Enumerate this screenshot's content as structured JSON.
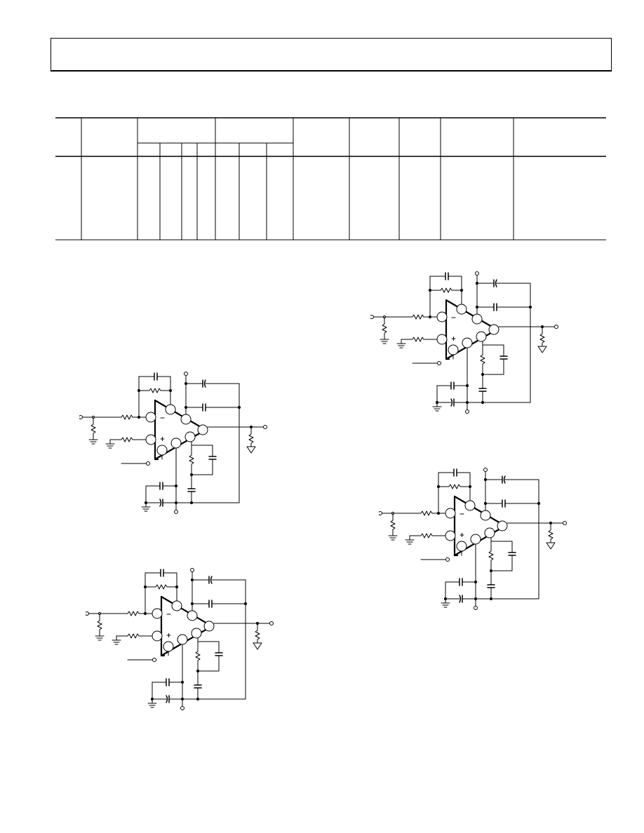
{
  "header": {
    "title": ""
  },
  "table": {
    "columns": [],
    "rows": []
  },
  "figures": [
    {
      "id": "fig-a",
      "label": ""
    },
    {
      "id": "fig-b",
      "label": ""
    },
    {
      "id": "fig-c",
      "label": ""
    },
    {
      "id": "fig-d",
      "label": ""
    }
  ]
}
